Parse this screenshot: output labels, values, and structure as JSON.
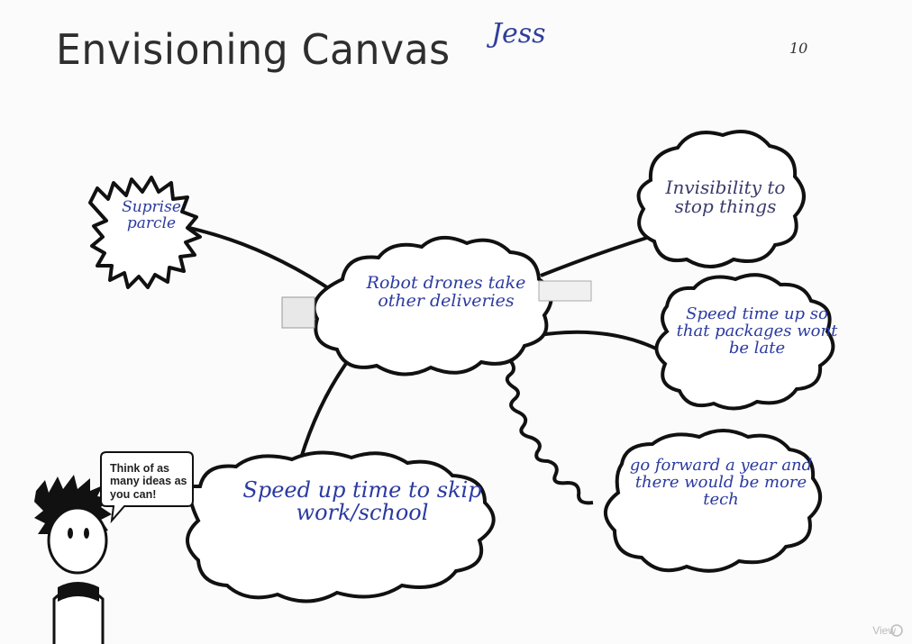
{
  "header": {
    "title": "Envisioning Canvas",
    "student_name": "Jess",
    "corner_mark": "10"
  },
  "centre_idea": "Robot drones take other deliveries",
  "ideas": [
    {
      "id": "top-left",
      "text": "Suprise parcle"
    },
    {
      "id": "top-right",
      "text": "Invisibility to stop things"
    },
    {
      "id": "mid-right",
      "text": "Speed time up so that packages wont be late"
    },
    {
      "id": "bottom-right",
      "text": "go forward a year and there would be more tech"
    },
    {
      "id": "bottom-left",
      "text": "Speed up time to skip work/school"
    }
  ],
  "mascot": {
    "speech": "Think of as many ideas as you can!"
  },
  "viewer": {
    "label": "View"
  }
}
